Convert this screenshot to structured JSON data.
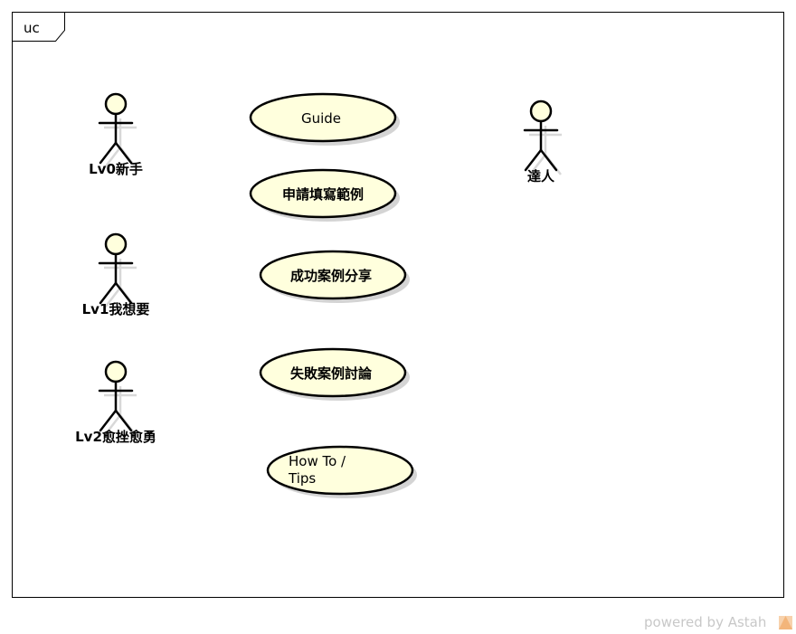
{
  "diagram": {
    "frame_label": "uc",
    "actors": [
      {
        "id": "lv0",
        "label": "Lv0新手"
      },
      {
        "id": "lv1",
        "label": "Lv1我想要"
      },
      {
        "id": "lv2",
        "label": "Lv2愈挫愈勇"
      },
      {
        "id": "expert",
        "label": "達人"
      }
    ],
    "use_cases": [
      {
        "id": "guide",
        "lines": [
          "Guide"
        ]
      },
      {
        "id": "form",
        "lines": [
          "申請填寫範例"
        ]
      },
      {
        "id": "success",
        "lines": [
          "成功案例分享"
        ]
      },
      {
        "id": "failure",
        "lines": [
          "失敗案例討論"
        ]
      },
      {
        "id": "howto",
        "lines": [
          "How To /",
          "Tips"
        ]
      }
    ],
    "colors": {
      "fill": "#ffffdd",
      "stroke": "#000000",
      "shadow": "#d4d4d4"
    }
  },
  "footer": {
    "watermark": "powered by Astah"
  }
}
